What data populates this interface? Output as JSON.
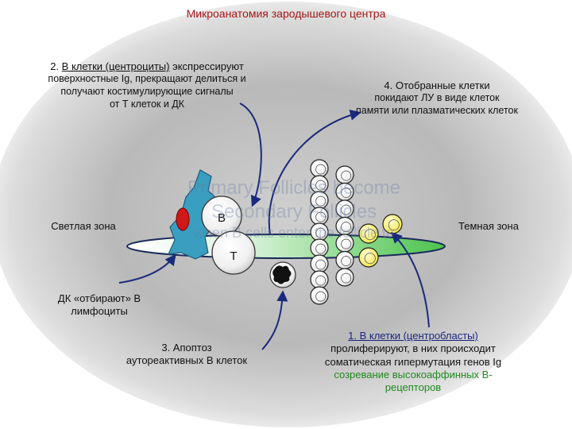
{
  "title": "Микроанатомия зародышевого центра",
  "step2": {
    "line1_prefix": "2. ",
    "line1_underlined": "В клетки (центроциты)",
    "line1_rest": " экспрессируют",
    "line2": "поверхностные Ig, прекращают делиться и",
    "line3": "получают костимулирующие сигналы",
    "line4": "от Т клеток и ДК"
  },
  "step4": {
    "line1": "4. Отобранные клетки",
    "line2": "покидают ЛУ в виде клеток",
    "line3": "памяти или плазматических клеток"
  },
  "zones": {
    "light": "Светлая зона",
    "dark": "Темная зона"
  },
  "dc_select": {
    "line1": "ДК «отбирают» В",
    "line2": "лимфоциты"
  },
  "step3": {
    "line1": "3. Апоптоз",
    "line2": "аутореактивных В клеток"
  },
  "step1": {
    "line1": "1. В клетки (центробласты)",
    "line2": "пролиферируют, в них происходит",
    "line3": "соматическая гипермутация генов Ig",
    "line4": "созревание высокоаффинных В-",
    "line5": "рецепторов"
  },
  "cell_labels": {
    "b": "В",
    "t": "Т"
  },
  "background_text": {
    "line1": "Primary Follicles become",
    "line2": "Secondary Follicles",
    "line3": "when B cells enter the follicle to"
  },
  "colors": {
    "title": "#a81616",
    "arrow": "#1a2a7a",
    "green_text": "#1f8a1f",
    "dc_cell": "#3a9ec0",
    "disc": "#7ad27a",
    "centroblast": "#f2e64a"
  }
}
